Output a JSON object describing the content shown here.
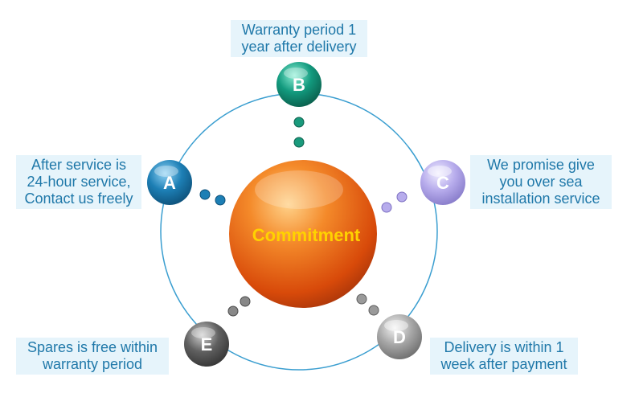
{
  "center": {
    "text": "Commitment",
    "color": "#e8570f"
  },
  "nodes": [
    {
      "id": "a",
      "letter": "A",
      "color": "#1d7fb5",
      "label_lines": [
        "After service is",
        "24-hour service,",
        "Contact us freely"
      ]
    },
    {
      "id": "b",
      "letter": "B",
      "color": "#129a7e",
      "label_lines": [
        "Warranty period 1",
        "year after delivery"
      ]
    },
    {
      "id": "c",
      "letter": "C",
      "color": "#b7acec",
      "label_lines": [
        "We promise give",
        "you over sea",
        "installation service"
      ]
    },
    {
      "id": "d",
      "letter": "D",
      "color": "#a7a7a7",
      "label_lines": [
        "Delivery is within 1",
        "week after payment"
      ]
    },
    {
      "id": "e",
      "letter": "E",
      "color": "#606060",
      "label_lines": [
        "Spares is free within",
        "warranty period"
      ]
    }
  ],
  "colors": {
    "ring": "#3a9ed0",
    "label_bg": "#e6f4fb",
    "label_text": "#1f78a9",
    "center_text": "#ffd200"
  }
}
